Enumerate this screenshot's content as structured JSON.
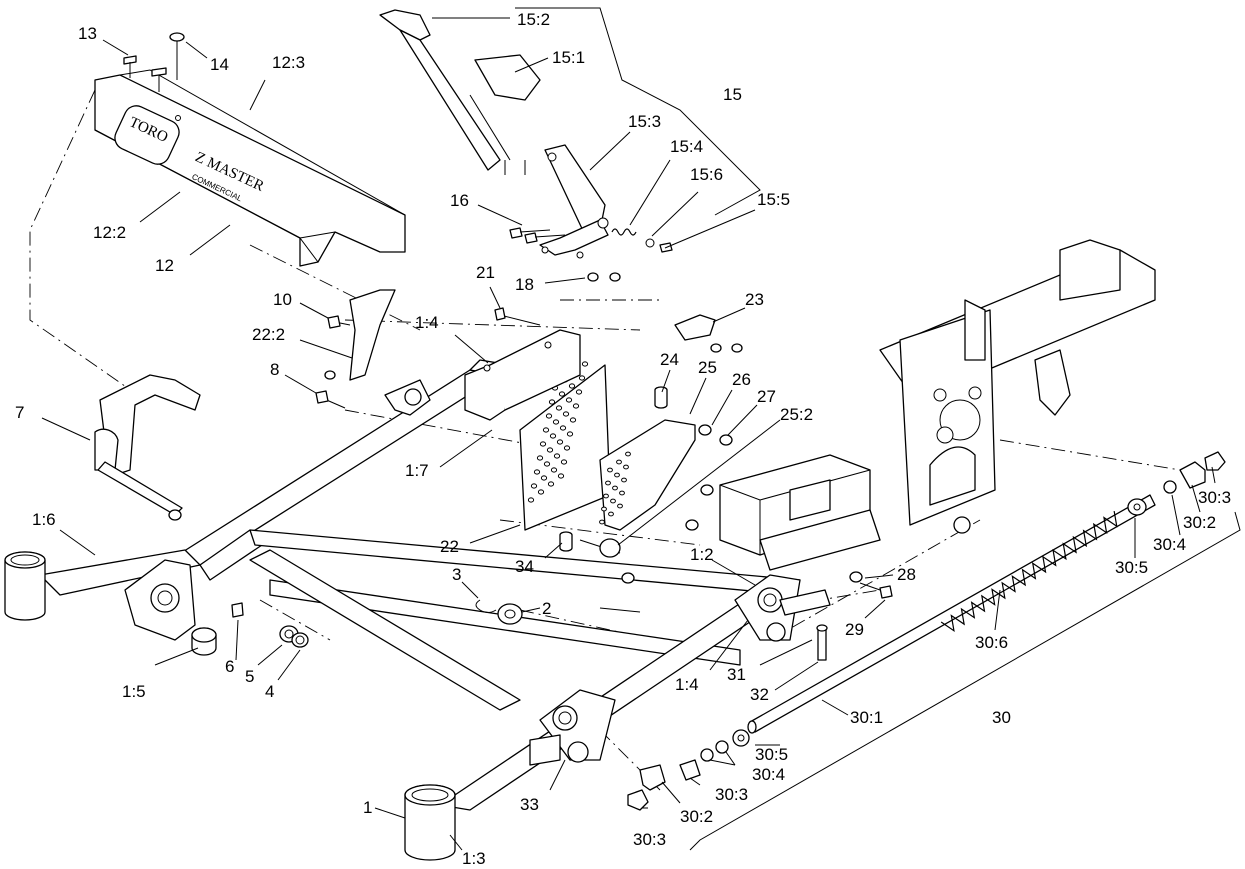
{
  "logo": {
    "brand": "TORO",
    "model": "Z MASTER",
    "line": "COMMERCIAL"
  },
  "callouts": [
    {
      "id": "c-13",
      "text": "13"
    },
    {
      "id": "c-14",
      "text": "14"
    },
    {
      "id": "c-12-3",
      "text": "12:3"
    },
    {
      "id": "c-12-2",
      "text": "12:2"
    },
    {
      "id": "c-12",
      "text": "12"
    },
    {
      "id": "c-15-2",
      "text": "15:2"
    },
    {
      "id": "c-15-1",
      "text": "15:1"
    },
    {
      "id": "c-15",
      "text": "15"
    },
    {
      "id": "c-15-3",
      "text": "15:3"
    },
    {
      "id": "c-15-4",
      "text": "15:4"
    },
    {
      "id": "c-15-6",
      "text": "15:6"
    },
    {
      "id": "c-15-5",
      "text": "15:5"
    },
    {
      "id": "c-16",
      "text": "16"
    },
    {
      "id": "c-18",
      "text": "18"
    },
    {
      "id": "c-21",
      "text": "21"
    },
    {
      "id": "c-10",
      "text": "10"
    },
    {
      "id": "c-22-2",
      "text": "22:2"
    },
    {
      "id": "c-1-4a",
      "text": "1:4"
    },
    {
      "id": "c-23",
      "text": "23"
    },
    {
      "id": "c-8",
      "text": "8"
    },
    {
      "id": "c-7",
      "text": "7"
    },
    {
      "id": "c-24",
      "text": "24"
    },
    {
      "id": "c-25",
      "text": "25"
    },
    {
      "id": "c-26",
      "text": "26"
    },
    {
      "id": "c-27",
      "text": "27"
    },
    {
      "id": "c-25-2",
      "text": "25:2"
    },
    {
      "id": "c-1-7",
      "text": "1:7"
    },
    {
      "id": "c-1-6",
      "text": "1:6"
    },
    {
      "id": "c-22",
      "text": "22"
    },
    {
      "id": "c-34",
      "text": "34"
    },
    {
      "id": "c-3",
      "text": "3"
    },
    {
      "id": "c-2",
      "text": "2"
    },
    {
      "id": "c-1-2",
      "text": "1:2"
    },
    {
      "id": "c-28",
      "text": "28"
    },
    {
      "id": "c-29",
      "text": "29"
    },
    {
      "id": "c-30-3a",
      "text": "30:3"
    },
    {
      "id": "c-30-2a",
      "text": "30:2"
    },
    {
      "id": "c-30-4a",
      "text": "30:4"
    },
    {
      "id": "c-30-5a",
      "text": "30:5"
    },
    {
      "id": "c-30-6",
      "text": "30:6"
    },
    {
      "id": "c-6",
      "text": "6"
    },
    {
      "id": "c-5",
      "text": "5"
    },
    {
      "id": "c-4",
      "text": "4"
    },
    {
      "id": "c-1-5",
      "text": "1:5"
    },
    {
      "id": "c-1-4b",
      "text": "1:4"
    },
    {
      "id": "c-31",
      "text": "31"
    },
    {
      "id": "c-32",
      "text": "32"
    },
    {
      "id": "c-30-1",
      "text": "30:1"
    },
    {
      "id": "c-30",
      "text": "30"
    },
    {
      "id": "c-30-5b",
      "text": "30:5"
    },
    {
      "id": "c-30-4b",
      "text": "30:4"
    },
    {
      "id": "c-30-3b",
      "text": "30:3"
    },
    {
      "id": "c-30-2b",
      "text": "30:2"
    },
    {
      "id": "c-33",
      "text": "33"
    },
    {
      "id": "c-30-3c",
      "text": "30:3"
    },
    {
      "id": "c-1",
      "text": "1"
    },
    {
      "id": "c-1-3",
      "text": "1:3"
    }
  ]
}
